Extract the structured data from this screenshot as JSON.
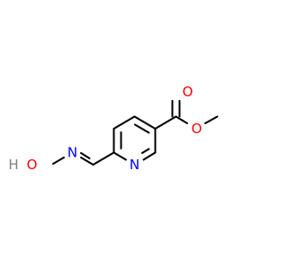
{
  "molecule": {
    "atoms": {
      "ring_nitrogen": "N",
      "ester_carbonyl_oxygen": "O",
      "ester_ether_oxygen": "O",
      "oxime_nitrogen": "N",
      "oxime_hydroxyl": "O",
      "oxime_hydrogen": "H"
    }
  },
  "colors": {
    "bond": "#000000",
    "oxygen": "#ff0000",
    "nitrogen": "#0000ff",
    "hydrogen": "#808080",
    "background": "#ffffff"
  }
}
